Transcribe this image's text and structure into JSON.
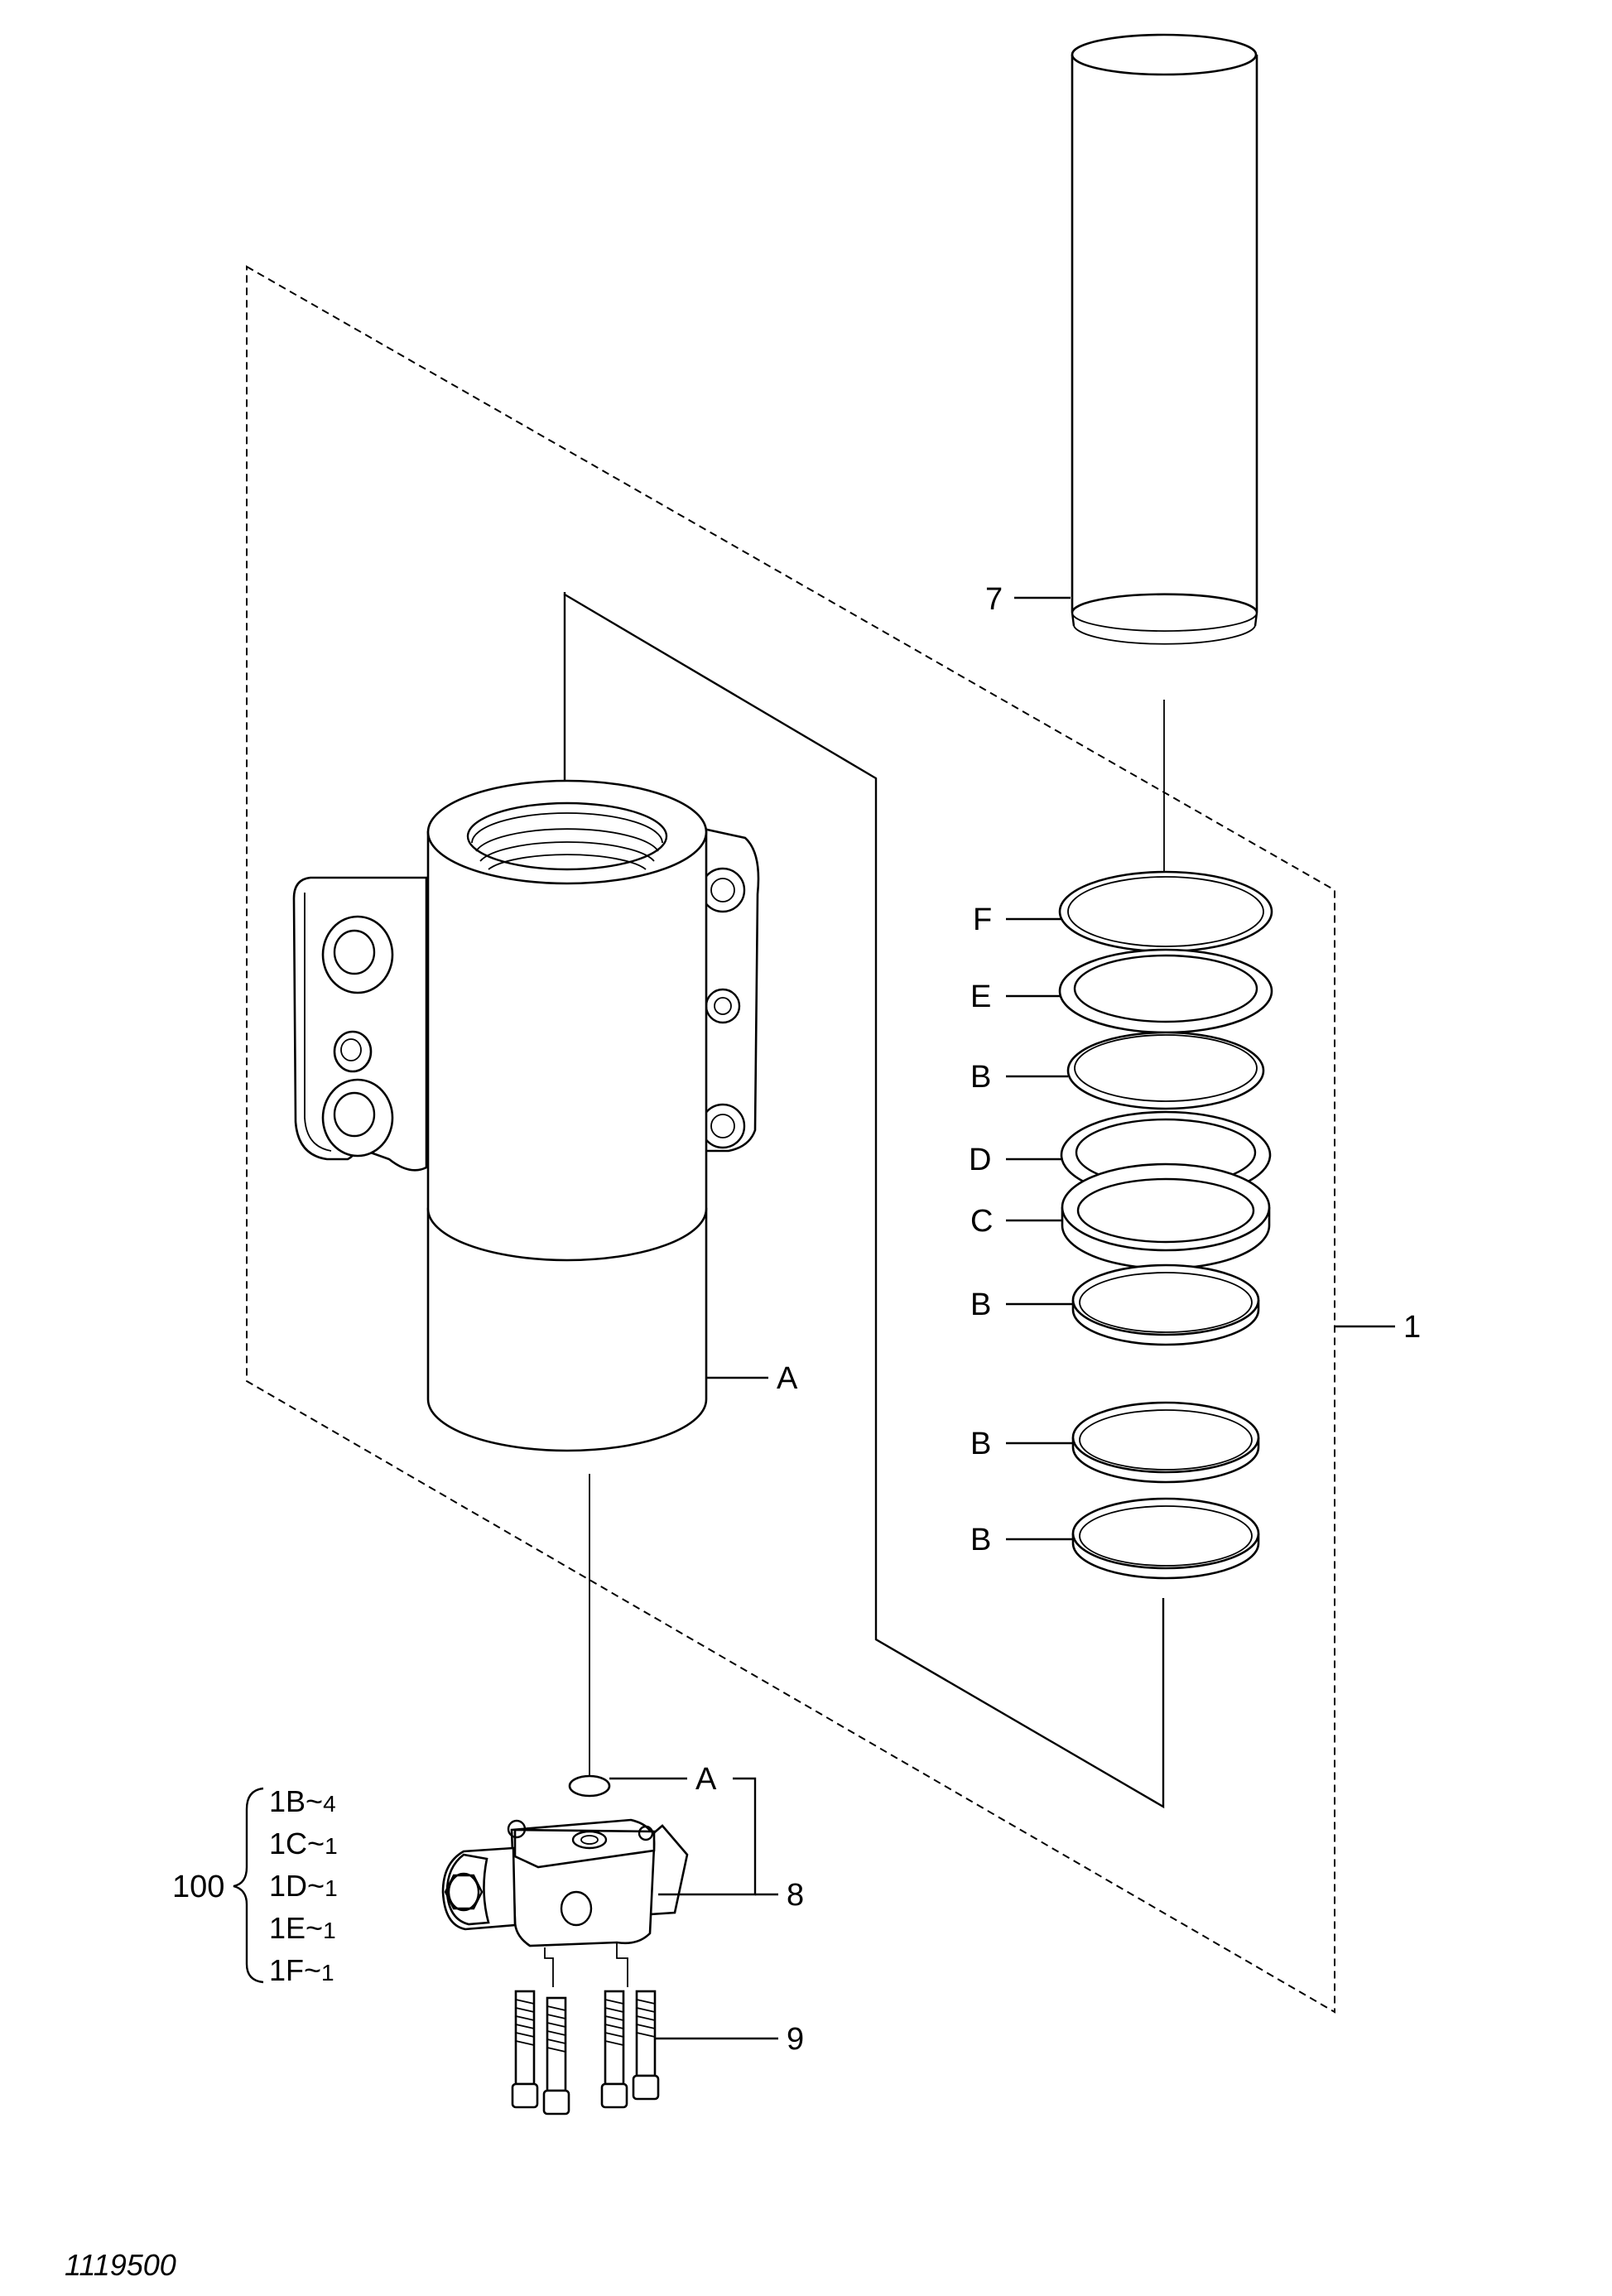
{
  "callouts": {
    "seal_f": "F",
    "seal_e": "E",
    "seal_b1": "B",
    "seal_d": "D",
    "seal_c": "C",
    "seal_b2": "B",
    "seal_b3": "B",
    "seal_b4": "B",
    "body_a": "A",
    "oring_a": "A",
    "shaft": "7",
    "assembly": "1",
    "block": "8",
    "bolts": "9"
  },
  "kit": {
    "number": "100",
    "items": [
      {
        "code": "1B",
        "qty": "4"
      },
      {
        "code": "1C",
        "qty": "1"
      },
      {
        "code": "1D",
        "qty": "1"
      },
      {
        "code": "1E",
        "qty": "1"
      },
      {
        "code": "1F",
        "qty": "1"
      }
    ],
    "separator": "~"
  },
  "drawing_number": "1119500"
}
